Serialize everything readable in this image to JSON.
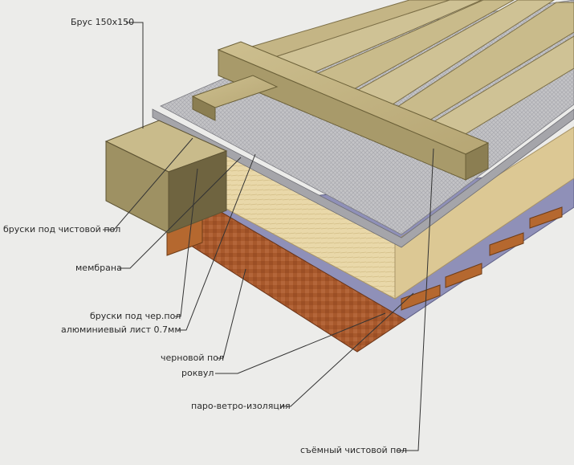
{
  "labels": {
    "beam": "Брус 150х150",
    "finish_joists": "бруски под чистовой пол",
    "membrane": "мембрана",
    "rough_joists": "бруски под чер.пол",
    "aluminum_sheet": "алюминиевый лист 0.7мм",
    "rough_floor": "черновой пол",
    "rockwool": "роквул",
    "vapor_barrier": "паро-ветро-изоляция",
    "finish_floor": "съёмный чистовой пол"
  },
  "colors": {
    "background": "#ececea",
    "wood_light": "#d9c99a",
    "wood_mid": "#a89a6a",
    "wood_dark": "#6f6440",
    "aluminum": "#b9b9bd",
    "rockwool": "#e7d6a6",
    "rough_floor": "#a8592c",
    "vapor_barrier": "#8f90b8",
    "leader_line": "#333333"
  }
}
